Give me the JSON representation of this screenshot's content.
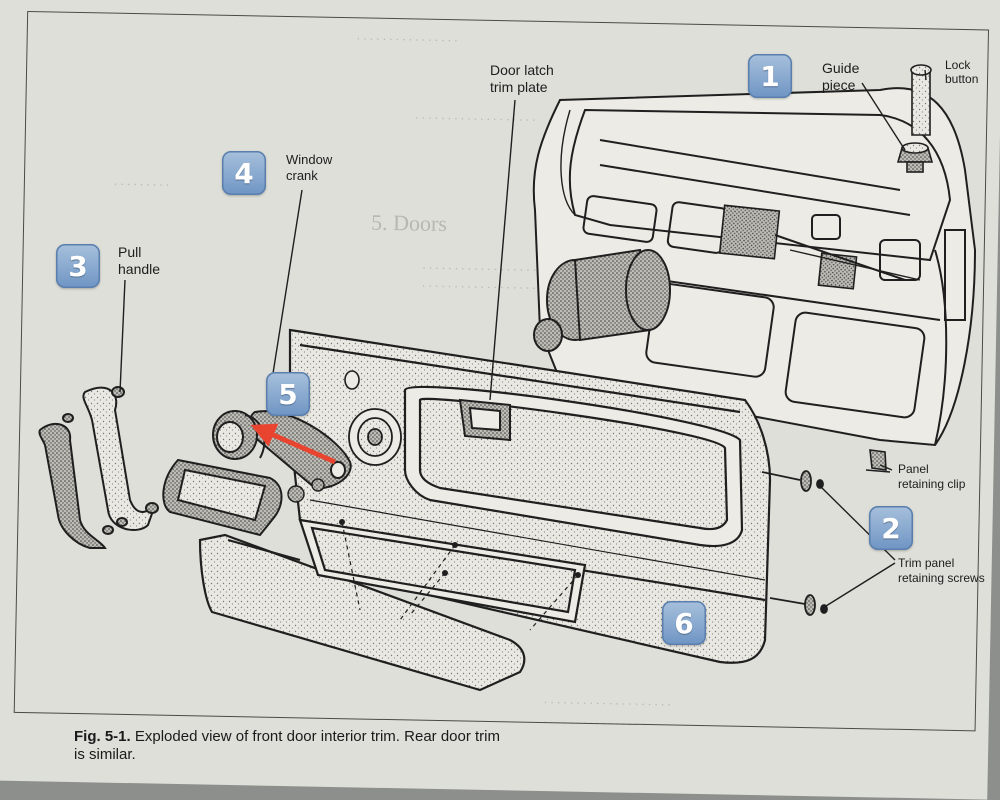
{
  "labels": {
    "door_latch_trim_plate": "Door latch\ntrim plate",
    "guide_piece": "Guide\npiece",
    "lock_button": "Lock\nbutton",
    "window_crank": "Window\ncrank",
    "pull_handle": "Pull\nhandle",
    "panel_retaining_clip": "Panel\nretaining clip",
    "trim_panel_retaining_screws": "Trim panel\nretaining screws"
  },
  "badges": [
    "1",
    "2",
    "3",
    "4",
    "5",
    "6"
  ],
  "caption": {
    "figure": "Fig. 5-1.",
    "text": "Exploded view of front door interior trim. Rear door trim is similar."
  },
  "background_text": {
    "heading": "5. Doors"
  },
  "colors": {
    "badge": "#7da0cc",
    "arrow": "#e8442f",
    "page": "#dedfd9",
    "ink": "#1d1d1d"
  }
}
